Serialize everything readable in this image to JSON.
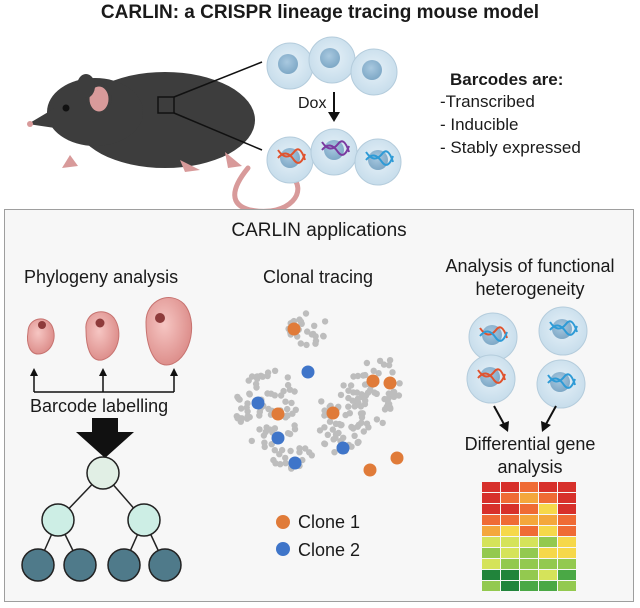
{
  "title": "CARLIN: a CRISPR lineage tracing mouse model",
  "top": {
    "dox_label": "Dox",
    "barcodes_heading": "Barcodes are:",
    "barcode_points": [
      "-Transcribed",
      "- Inducible",
      "- Stably expressed"
    ]
  },
  "applications": {
    "heading": "CARLIN applications",
    "phylogeny": {
      "title": "Phylogeny analysis",
      "label": "Barcode labelling"
    },
    "clonal": {
      "title": "Clonal tracing",
      "legend": [
        {
          "label": "Clone 1",
          "color": "#e07b39"
        },
        {
          "label": "Clone 2",
          "color": "#3f75c9"
        }
      ]
    },
    "functional": {
      "title_line1": "Analysis of functional",
      "title_line2": "heterogeneity",
      "result_line1": "Differential gene",
      "result_line2": "analysis"
    }
  },
  "colors": {
    "cell": "#cfe3ef",
    "nucleus": "#8fb6d2",
    "tree_leaf": "#4f7a8a",
    "tree_mid": "#cdeee5",
    "tree_root": "#e1efe5",
    "embryo": "#e9a3a3",
    "dot": "#bdbdbd"
  }
}
